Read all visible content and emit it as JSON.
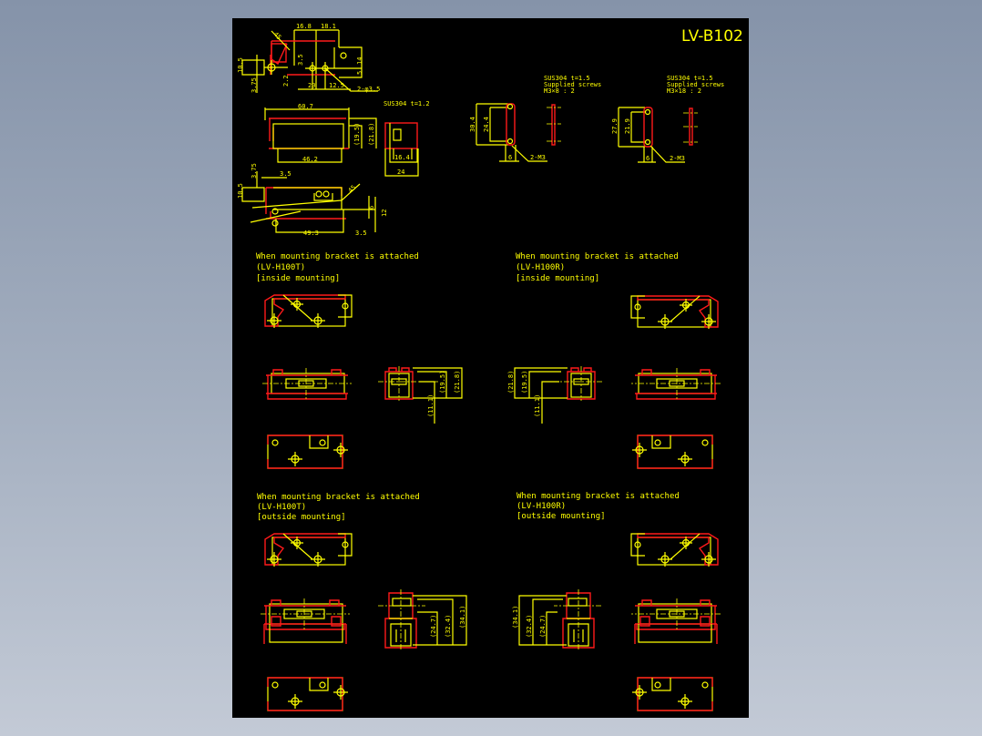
{
  "drawing": {
    "title": "LV-B102",
    "colors": {
      "background": "#000000",
      "outline": "#ffff00",
      "bracket": "#ff1a1a"
    },
    "top_left_view": {
      "dims": [
        "16.8",
        "18.1",
        "3.5",
        "14",
        "5",
        "20",
        "12.5",
        "2-φ3.5",
        "10.5",
        "3.75",
        "2.2",
        "45"
      ]
    },
    "middle_left_view": {
      "material": "SUS304  t=1.2",
      "dims": [
        "60.7",
        "(19.5)",
        "(21.8)",
        "46.2",
        "16.4",
        "24"
      ]
    },
    "bottom_left_view": {
      "dims": [
        "3.75",
        "3.5",
        "10.5",
        "49.3",
        "3.5",
        "6",
        "12",
        "45"
      ]
    },
    "bracket_a": {
      "material": "SUS304   t=1.5",
      "screws_label": "Supplied screws",
      "screws": "M3×8 : 2",
      "dims": [
        "30.4",
        "24.4",
        "6",
        "2-M3"
      ]
    },
    "bracket_b": {
      "material": "SUS304   t=1.5",
      "screws_label": "Supplied screws",
      "screws": "M3×18 : 2",
      "dims": [
        "27.9",
        "21.9",
        "6",
        "2-M3"
      ]
    },
    "sections": [
      {
        "line1": "When mounting bracket is attached",
        "line2": "(LV-H100T)",
        "line3": "[inside mounting]",
        "dims": [
          "(19.5)",
          "(21.8)",
          "(11.1)"
        ]
      },
      {
        "line1": "When mounting bracket is attached",
        "line2": "(LV-H100R)",
        "line3": "[inside mounting]",
        "dims": [
          "(21.8)",
          "(19.5)",
          "(11.1)"
        ]
      },
      {
        "line1": "When mounting bracket is attached",
        "line2": "(LV-H100T)",
        "line3": "[outside mounting]",
        "dims": [
          "(24.7)",
          "(32.4)",
          "(34.1)"
        ]
      },
      {
        "line1": "When mounting bracket is attached",
        "line2": "(LV-H100R)",
        "line3": "[outside mounting]",
        "dims": [
          "(34.1)",
          "(32.4)",
          "(24.7)"
        ]
      }
    ]
  }
}
